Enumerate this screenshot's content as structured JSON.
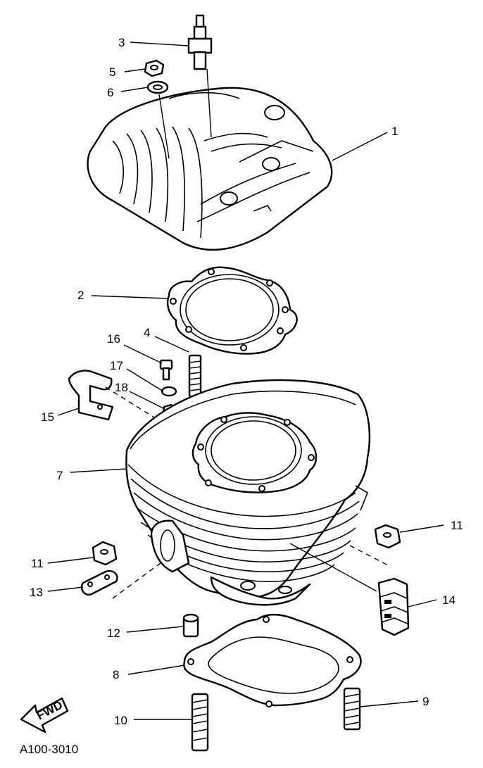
{
  "callouts": {
    "p1": "1",
    "p2": "2",
    "p3": "3",
    "p4": "4",
    "p5": "5",
    "p6": "6",
    "p7": "7",
    "p8": "8",
    "p9": "9",
    "p10": "10",
    "p11a": "11",
    "p11b": "11",
    "p12": "12",
    "p13": "13",
    "p14": "14",
    "p15": "15",
    "p16": "16",
    "p17": "17",
    "p18": "18"
  },
  "fwd_label": "FWD",
  "drawing_code": "A100-3010",
  "icons": {
    "fwd": "fwd-arrow-icon"
  }
}
